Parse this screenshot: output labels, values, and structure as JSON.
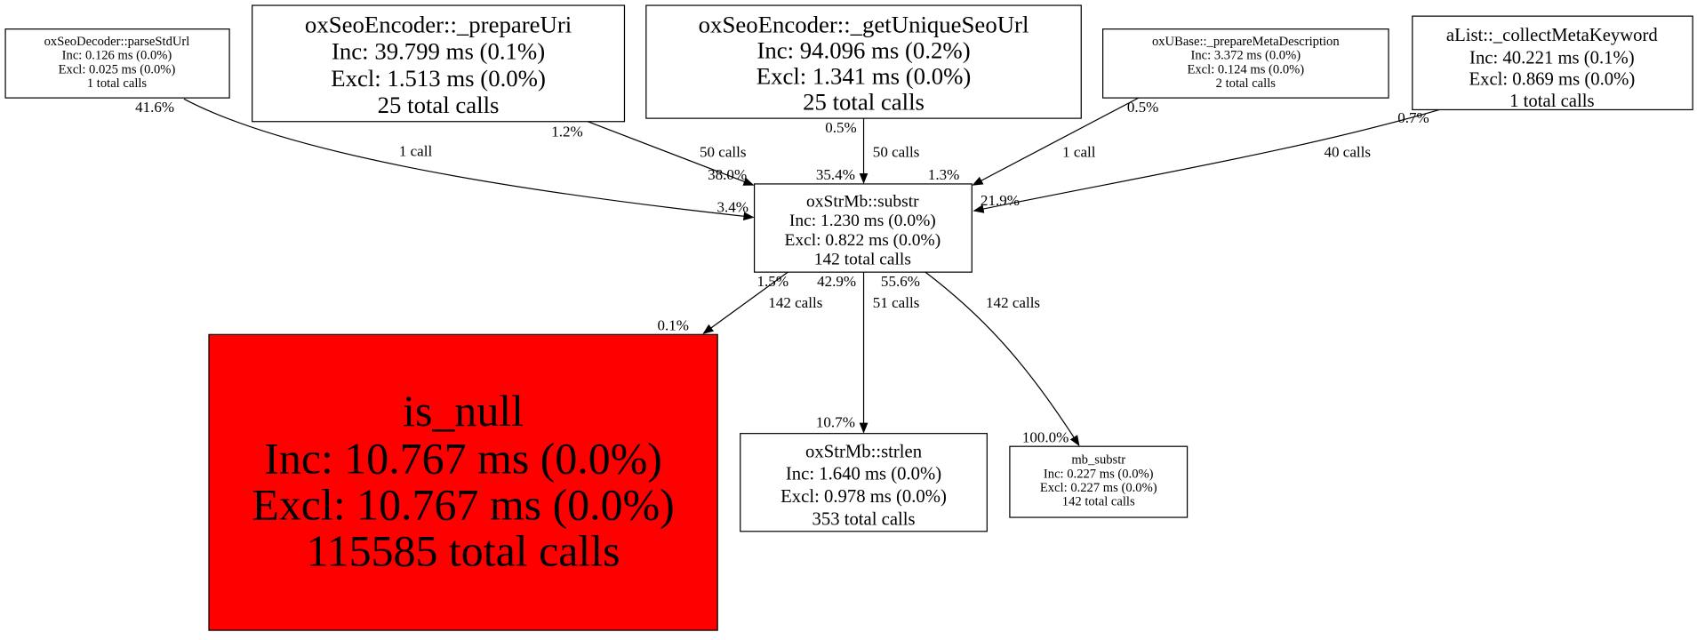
{
  "nodes": {
    "parseStdUrl": {
      "name": "oxSeoDecoder::parseStdUrl",
      "inc": "Inc: 0.126 ms (0.0%)",
      "excl": "Excl: 0.025 ms (0.0%)",
      "calls": "1 total calls"
    },
    "prepareUri": {
      "name": "oxSeoEncoder::_prepareUri",
      "inc": "Inc: 39.799 ms (0.1%)",
      "excl": "Excl: 1.513 ms (0.0%)",
      "calls": "25 total calls"
    },
    "getUniqueSeoUrl": {
      "name": "oxSeoEncoder::_getUniqueSeoUrl",
      "inc": "Inc: 94.096 ms (0.2%)",
      "excl": "Excl: 1.341 ms (0.0%)",
      "calls": "25 total calls"
    },
    "prepareMetaDescription": {
      "name": "oxUBase::_prepareMetaDescription",
      "inc": "Inc: 3.372 ms (0.0%)",
      "excl": "Excl: 0.124 ms (0.0%)",
      "calls": "2 total calls"
    },
    "collectMetaKeyword": {
      "name": "aList::_collectMetaKeyword",
      "inc": "Inc: 40.221 ms (0.1%)",
      "excl": "Excl: 0.869 ms (0.0%)",
      "calls": "1 total calls"
    },
    "substr": {
      "name": "oxStrMb::substr",
      "inc": "Inc: 1.230 ms (0.0%)",
      "excl": "Excl: 0.822 ms (0.0%)",
      "calls": "142 total calls"
    },
    "is_null": {
      "name": "is_null",
      "inc": "Inc: 10.767 ms (0.0%)",
      "excl": "Excl: 10.767 ms (0.0%)",
      "calls": "115585 total calls",
      "color": "#ff0000"
    },
    "strlen": {
      "name": "oxStrMb::strlen",
      "inc": "Inc: 1.640 ms (0.0%)",
      "excl": "Excl: 0.978 ms (0.0%)",
      "calls": "353 total calls"
    },
    "mb_substr": {
      "name": "mb_substr",
      "inc": "Inc: 0.227 ms (0.0%)",
      "excl": "Excl: 0.227 ms (0.0%)",
      "calls": "142 total calls"
    }
  },
  "edges": {
    "parseStdUrl_substr": {
      "tail": "41.6%",
      "label": "1 call",
      "head": "3.4%"
    },
    "prepareUri_substr": {
      "tail": "1.2%",
      "label": "50 calls",
      "head": "38.0%"
    },
    "getUniqueSeoUrl_substr": {
      "tail": "0.5%",
      "label": "50 calls",
      "head": "35.4%"
    },
    "prepareMetaDescription_substr": {
      "tail": "0.5%",
      "label": "1 call",
      "head": "1.3%"
    },
    "collectMetaKeyword_substr": {
      "tail": "0.7%",
      "label": "40 calls",
      "head": "21.9%"
    },
    "substr_is_null": {
      "tail": "1.5%",
      "label": "142 calls",
      "head": "0.1%"
    },
    "substr_strlen": {
      "tail": "42.9%",
      "label": "51 calls",
      "head": "10.7%"
    },
    "substr_mb_substr": {
      "tail": "55.6%",
      "label": "142 calls",
      "head": "100.0%"
    }
  }
}
